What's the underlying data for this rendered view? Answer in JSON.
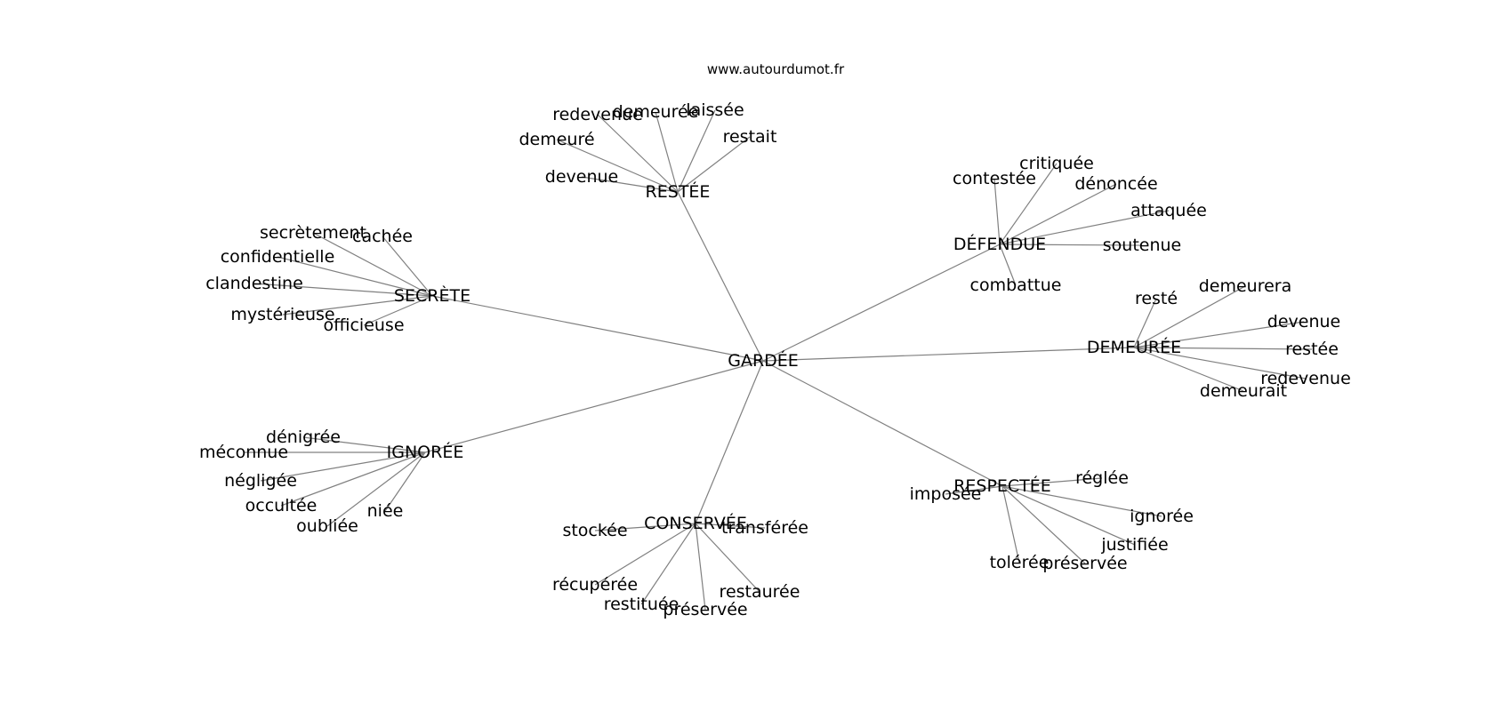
{
  "site": "www.autourdumot.fr",
  "center": "GARDÉE",
  "branches": [
    {
      "hub": "RESTÉE",
      "leaves": [
        "redevenue",
        "demeurée",
        "laissée",
        "restait",
        "demeuré",
        "devenue"
      ]
    },
    {
      "hub": "DÉFENDUE",
      "leaves": [
        "critiquée",
        "contestée",
        "dénoncée",
        "attaquée",
        "soutenue",
        "combattue"
      ]
    },
    {
      "hub": "SECRÈTE",
      "leaves": [
        "secrètement",
        "cachée",
        "confidentielle",
        "clandestine",
        "mystérieuse",
        "officieuse"
      ]
    },
    {
      "hub": "DEMEURÉE",
      "leaves": [
        "resté",
        "demeurera",
        "devenue",
        "restée",
        "redevenue",
        "demeurait"
      ]
    },
    {
      "hub": "IGNORÉE",
      "leaves": [
        "dénigrée",
        "méconnue",
        "négligée",
        "occultée",
        "oubliée",
        "niée"
      ]
    },
    {
      "hub": "RESPECTÉE",
      "leaves": [
        "réglée",
        "imposée",
        "ignorée",
        "justifiée",
        "tolérée",
        "préservée"
      ]
    },
    {
      "hub": "CONSERVÉE",
      "leaves": [
        "stockée",
        "transférée",
        "récupérée",
        "restaurée",
        "restituée",
        "préservée"
      ]
    }
  ]
}
